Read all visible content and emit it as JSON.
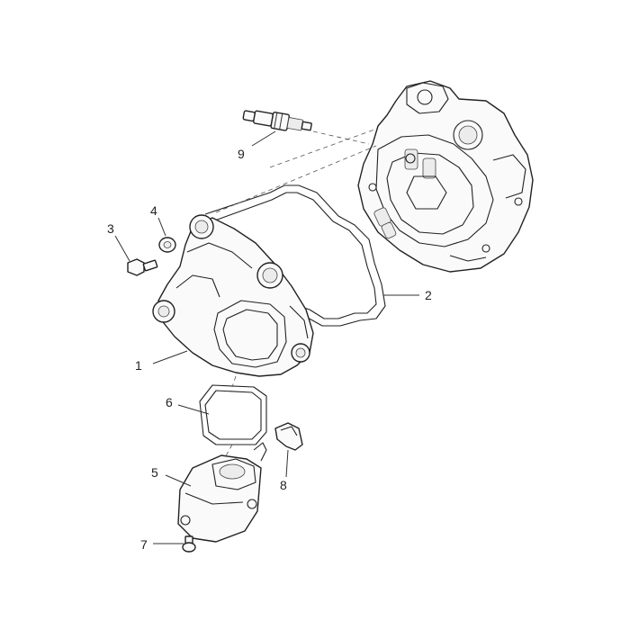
{
  "callouts": [
    {
      "id": "1",
      "label": "1"
    },
    {
      "id": "2",
      "label": "2"
    },
    {
      "id": "3",
      "label": "3"
    },
    {
      "id": "4",
      "label": "4"
    },
    {
      "id": "5",
      "label": "5"
    },
    {
      "id": "6",
      "label": "6"
    },
    {
      "id": "7",
      "label": "7"
    },
    {
      "id": "8",
      "label": "8"
    },
    {
      "id": "9",
      "label": "9"
    }
  ],
  "colors": {
    "background": "#ffffff",
    "line": "#222222"
  }
}
